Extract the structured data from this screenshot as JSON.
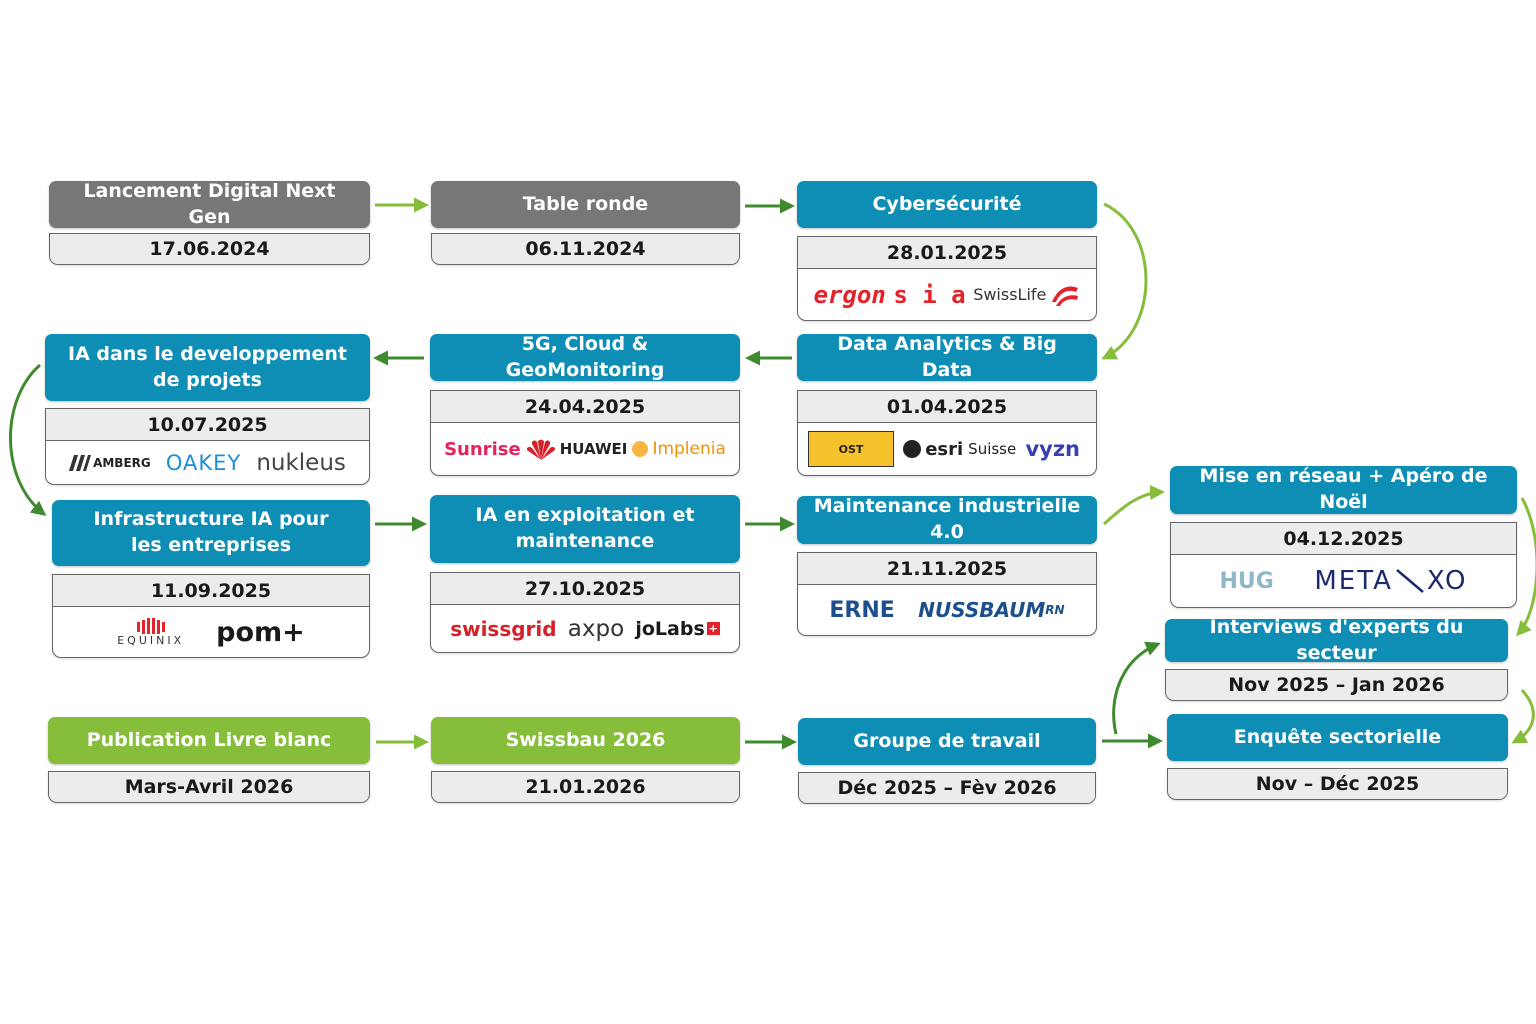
{
  "colors": {
    "gray": "#777777",
    "blue": "#0f8eb5",
    "green": "#86bd3b",
    "arrow_light": "#86bd3b",
    "arrow_dark": "#3f8a2e"
  },
  "nodes": {
    "lancement": {
      "title": "Lancement Digital Next Gen",
      "date": "17.06.2024"
    },
    "table_ronde": {
      "title": "Table ronde",
      "date": "06.11.2024"
    },
    "cyber": {
      "title": "Cybersécurité",
      "date": "28.01.2025",
      "logos": [
        "ergon",
        "s i a",
        "SwissLife"
      ]
    },
    "ia_dev": {
      "title_l1": "IA dans le developpement",
      "title_l2": "de projets",
      "date": "10.07.2025",
      "logos": [
        "AMBERG",
        "OAKEY",
        "nukleus"
      ]
    },
    "cloud": {
      "title": "5G, Cloud & GeoMonitoring",
      "date": "24.04.2025",
      "logos": [
        "Sunrise",
        "HUAWEI",
        "Implenia"
      ]
    },
    "data": {
      "title": "Data Analytics & Big Data",
      "date": "01.04.2025",
      "logos": [
        "OST",
        "esri",
        "Suisse",
        "vyzn"
      ]
    },
    "infra": {
      "title_l1": "Infrastructure IA pour",
      "title_l2": "les entreprises",
      "date": "11.09.2025",
      "logos": [
        "EQUINIX",
        "pom+"
      ]
    },
    "exploit": {
      "title_l1": "IA en exploitation et",
      "title_l2": "maintenance",
      "date": "27.10.2025",
      "logos": [
        "swissgrid",
        "axpo",
        "joLabs"
      ]
    },
    "maint": {
      "title": "Maintenance industrielle 4.0",
      "date": "21.11.2025",
      "logos": [
        "ERNE",
        "NUSSBAUM",
        "RN"
      ]
    },
    "noel": {
      "title": "Mise en réseau + Apéro de Noël",
      "date": "04.12.2025",
      "logos": [
        "HUG",
        "META",
        "XO"
      ]
    },
    "interviews": {
      "title": "Interviews d'experts du secteur",
      "date": "Nov 2025 – Jan 2026"
    },
    "enquete": {
      "title": "Enquête sectorielle",
      "date": "Nov – Déc 2025"
    },
    "livre": {
      "title": "Publication Livre blanc",
      "date": "Mars-Avril 2026"
    },
    "swissbau": {
      "title": "Swissbau 2026",
      "date": "21.01.2026"
    },
    "groupe": {
      "title": "Groupe de travail",
      "date": "Déc 2025 – Fèv 2026"
    }
  }
}
